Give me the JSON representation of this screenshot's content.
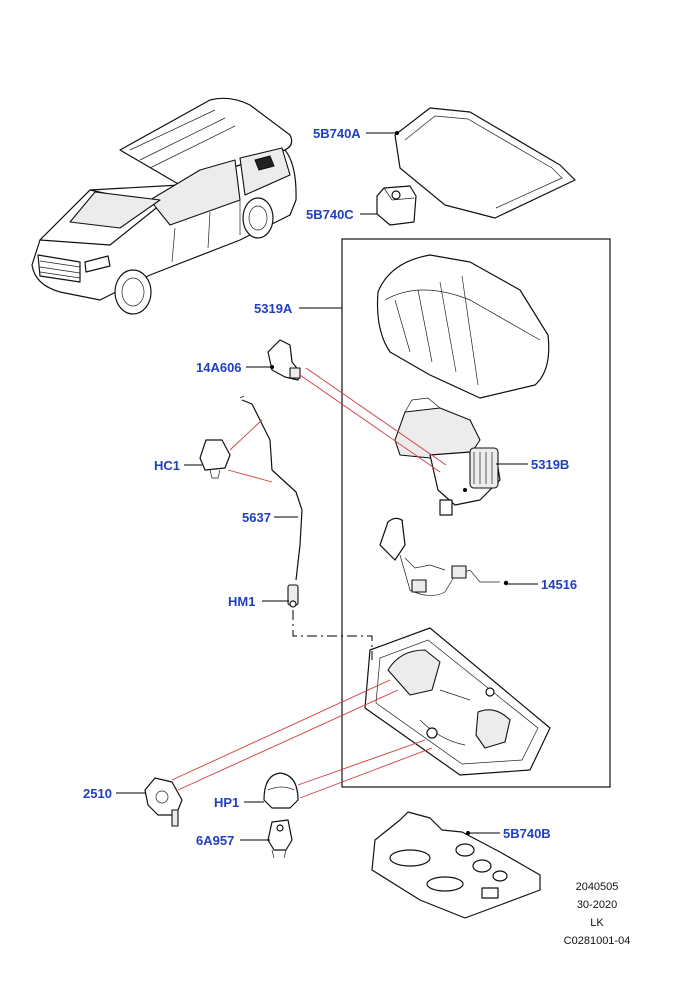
{
  "labels": {
    "l_5b740a": "5B740A",
    "l_5b740c": "5B740C",
    "l_5319a": "5319A",
    "l_14a606": "14A606",
    "l_5319b": "5319B",
    "l_hc1": "HC1",
    "l_5637": "5637",
    "l_14516": "14516",
    "l_hm1": "HM1",
    "l_2510": "2510",
    "l_hp1": "HP1",
    "l_6a957": "6A957",
    "l_5b740b": "5B740B"
  },
  "footer": {
    "line1": "2040505",
    "line2": "30-2020",
    "line3": "LK",
    "line4": "C0281001-04"
  },
  "colors": {
    "label": "#1f3fbf",
    "leader": "#000000",
    "callout_line": "#d23a3a"
  }
}
